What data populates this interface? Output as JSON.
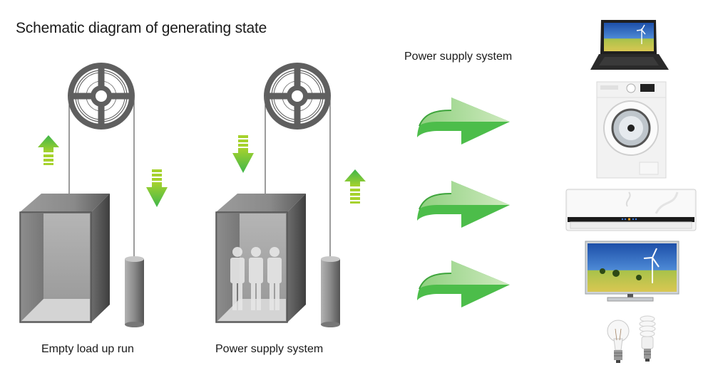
{
  "title": "Schematic diagram of generating state",
  "header_label": "Power supply system",
  "scenes": [
    {
      "caption": "Empty load up run",
      "car_occupied": false,
      "car_arrow": "up",
      "counterweight_arrow": "down",
      "passengers": 0
    },
    {
      "caption": "Power supply system",
      "car_occupied": true,
      "car_arrow": "down",
      "counterweight_arrow": "up",
      "passengers": 3
    }
  ],
  "flow_arrows": 3,
  "appliances": [
    {
      "name": "Laptop",
      "icon": "laptop-icon"
    },
    {
      "name": "Washing machine",
      "icon": "washing-machine-icon"
    },
    {
      "name": "Air conditioner",
      "icon": "air-conditioner-icon"
    },
    {
      "name": "Television",
      "icon": "television-icon"
    },
    {
      "name": "Light bulbs",
      "icon": "light-bulb-icon"
    }
  ],
  "colors": {
    "arrow_green": "#4cbd4a",
    "arrow_green_light": "#a9dc93",
    "lime": "#a6d22d",
    "pulley_gray": "#5f5f5f",
    "car_gray": "#8b8b8b"
  }
}
